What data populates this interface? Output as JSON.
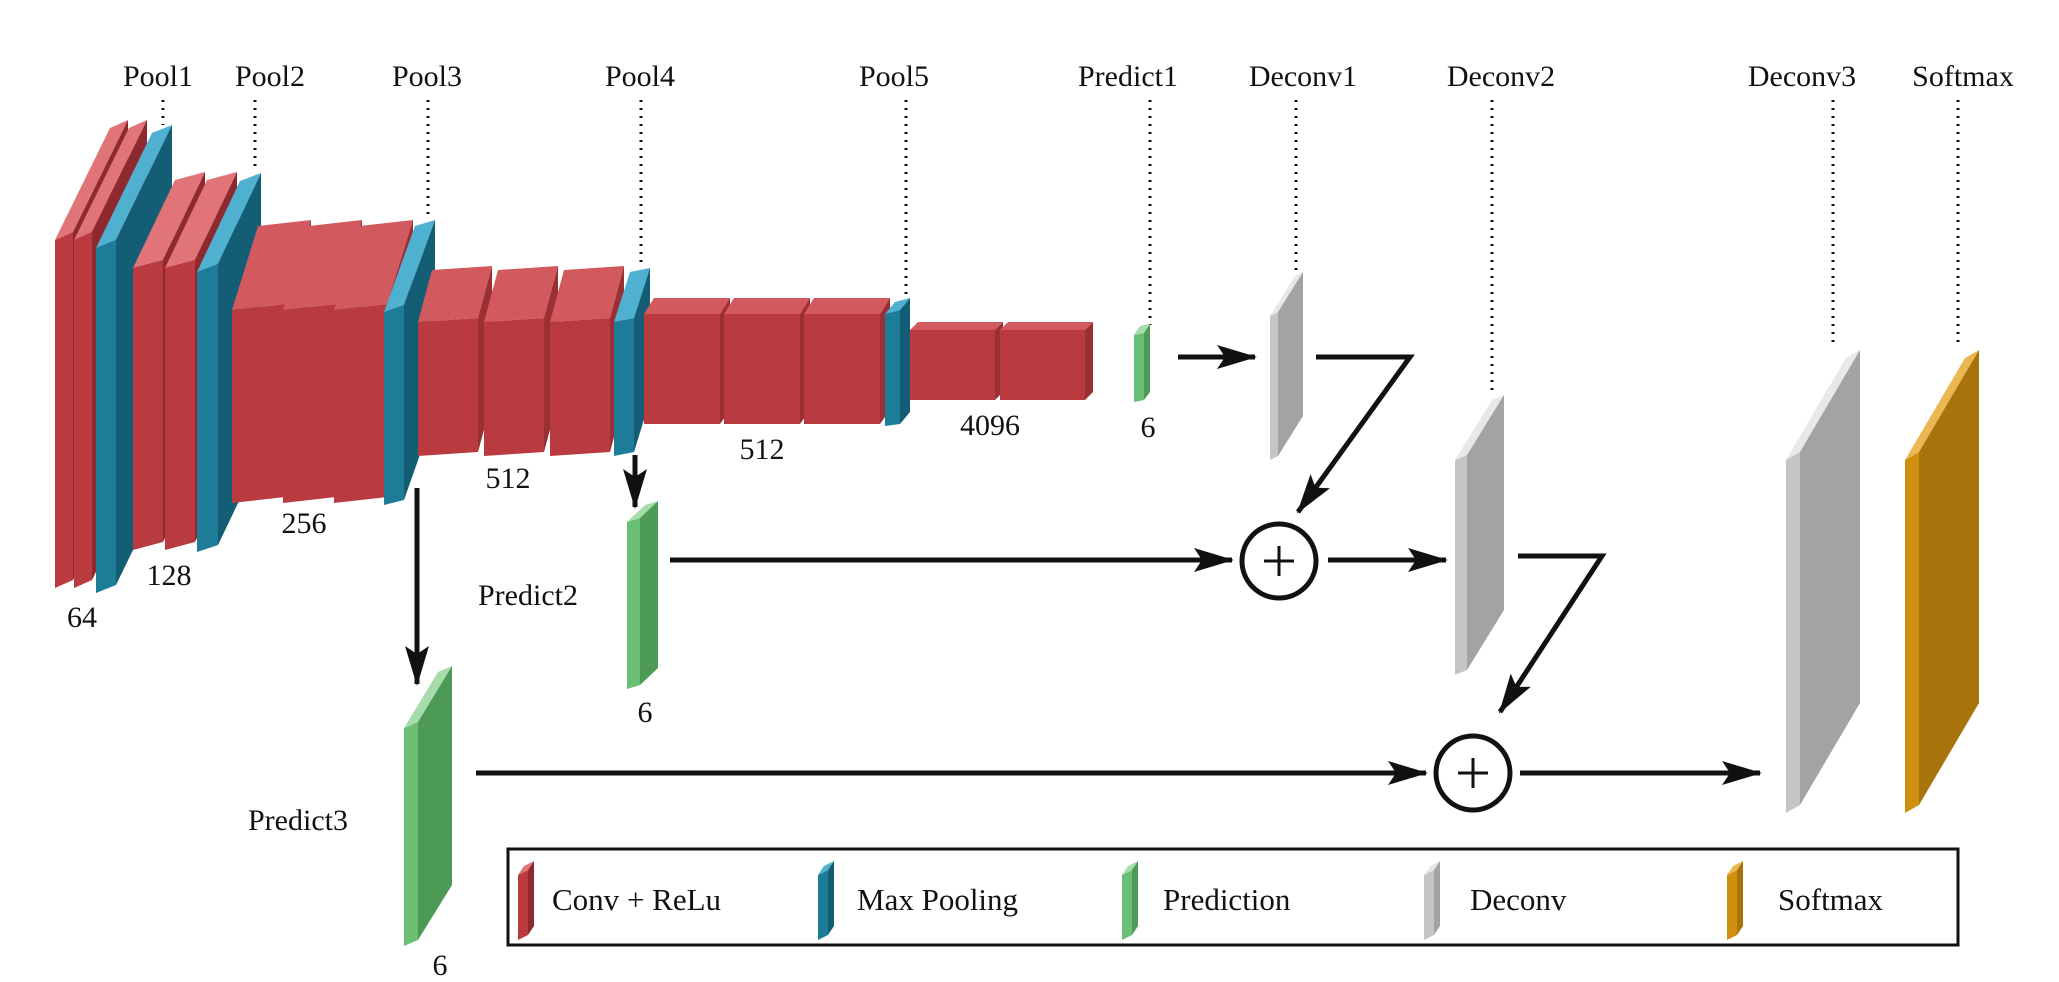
{
  "colors": {
    "conv": "#b93a3f",
    "pool": "#1d7c98",
    "prediction": "#6abf74",
    "deconv": "#c5c5c5",
    "softmax": "#cf9010"
  },
  "top_labels": {
    "pool1": "Pool1",
    "pool2": "Pool2",
    "pool3": "Pool3",
    "pool4": "Pool4",
    "pool5": "Pool5",
    "predict1": "Predict1",
    "deconv1": "Deconv1",
    "deconv2": "Deconv2",
    "deconv3": "Deconv3",
    "softmax": "Softmax"
  },
  "dim_labels": {
    "d64": "64",
    "d128": "128",
    "d256": "256",
    "d512a": "512",
    "d512b": "512",
    "d4096": "4096",
    "predict1_ch": "6",
    "predict2_ch": "6",
    "predict3_ch": "6"
  },
  "side_labels": {
    "predict2": "Predict2",
    "predict3": "Predict3"
  },
  "sum_symbol": "+",
  "legend": {
    "conv": "Conv + ReLu",
    "pool": "Max Pooling",
    "prediction": "Prediction",
    "deconv": "Deconv",
    "softmax": "Softmax"
  }
}
